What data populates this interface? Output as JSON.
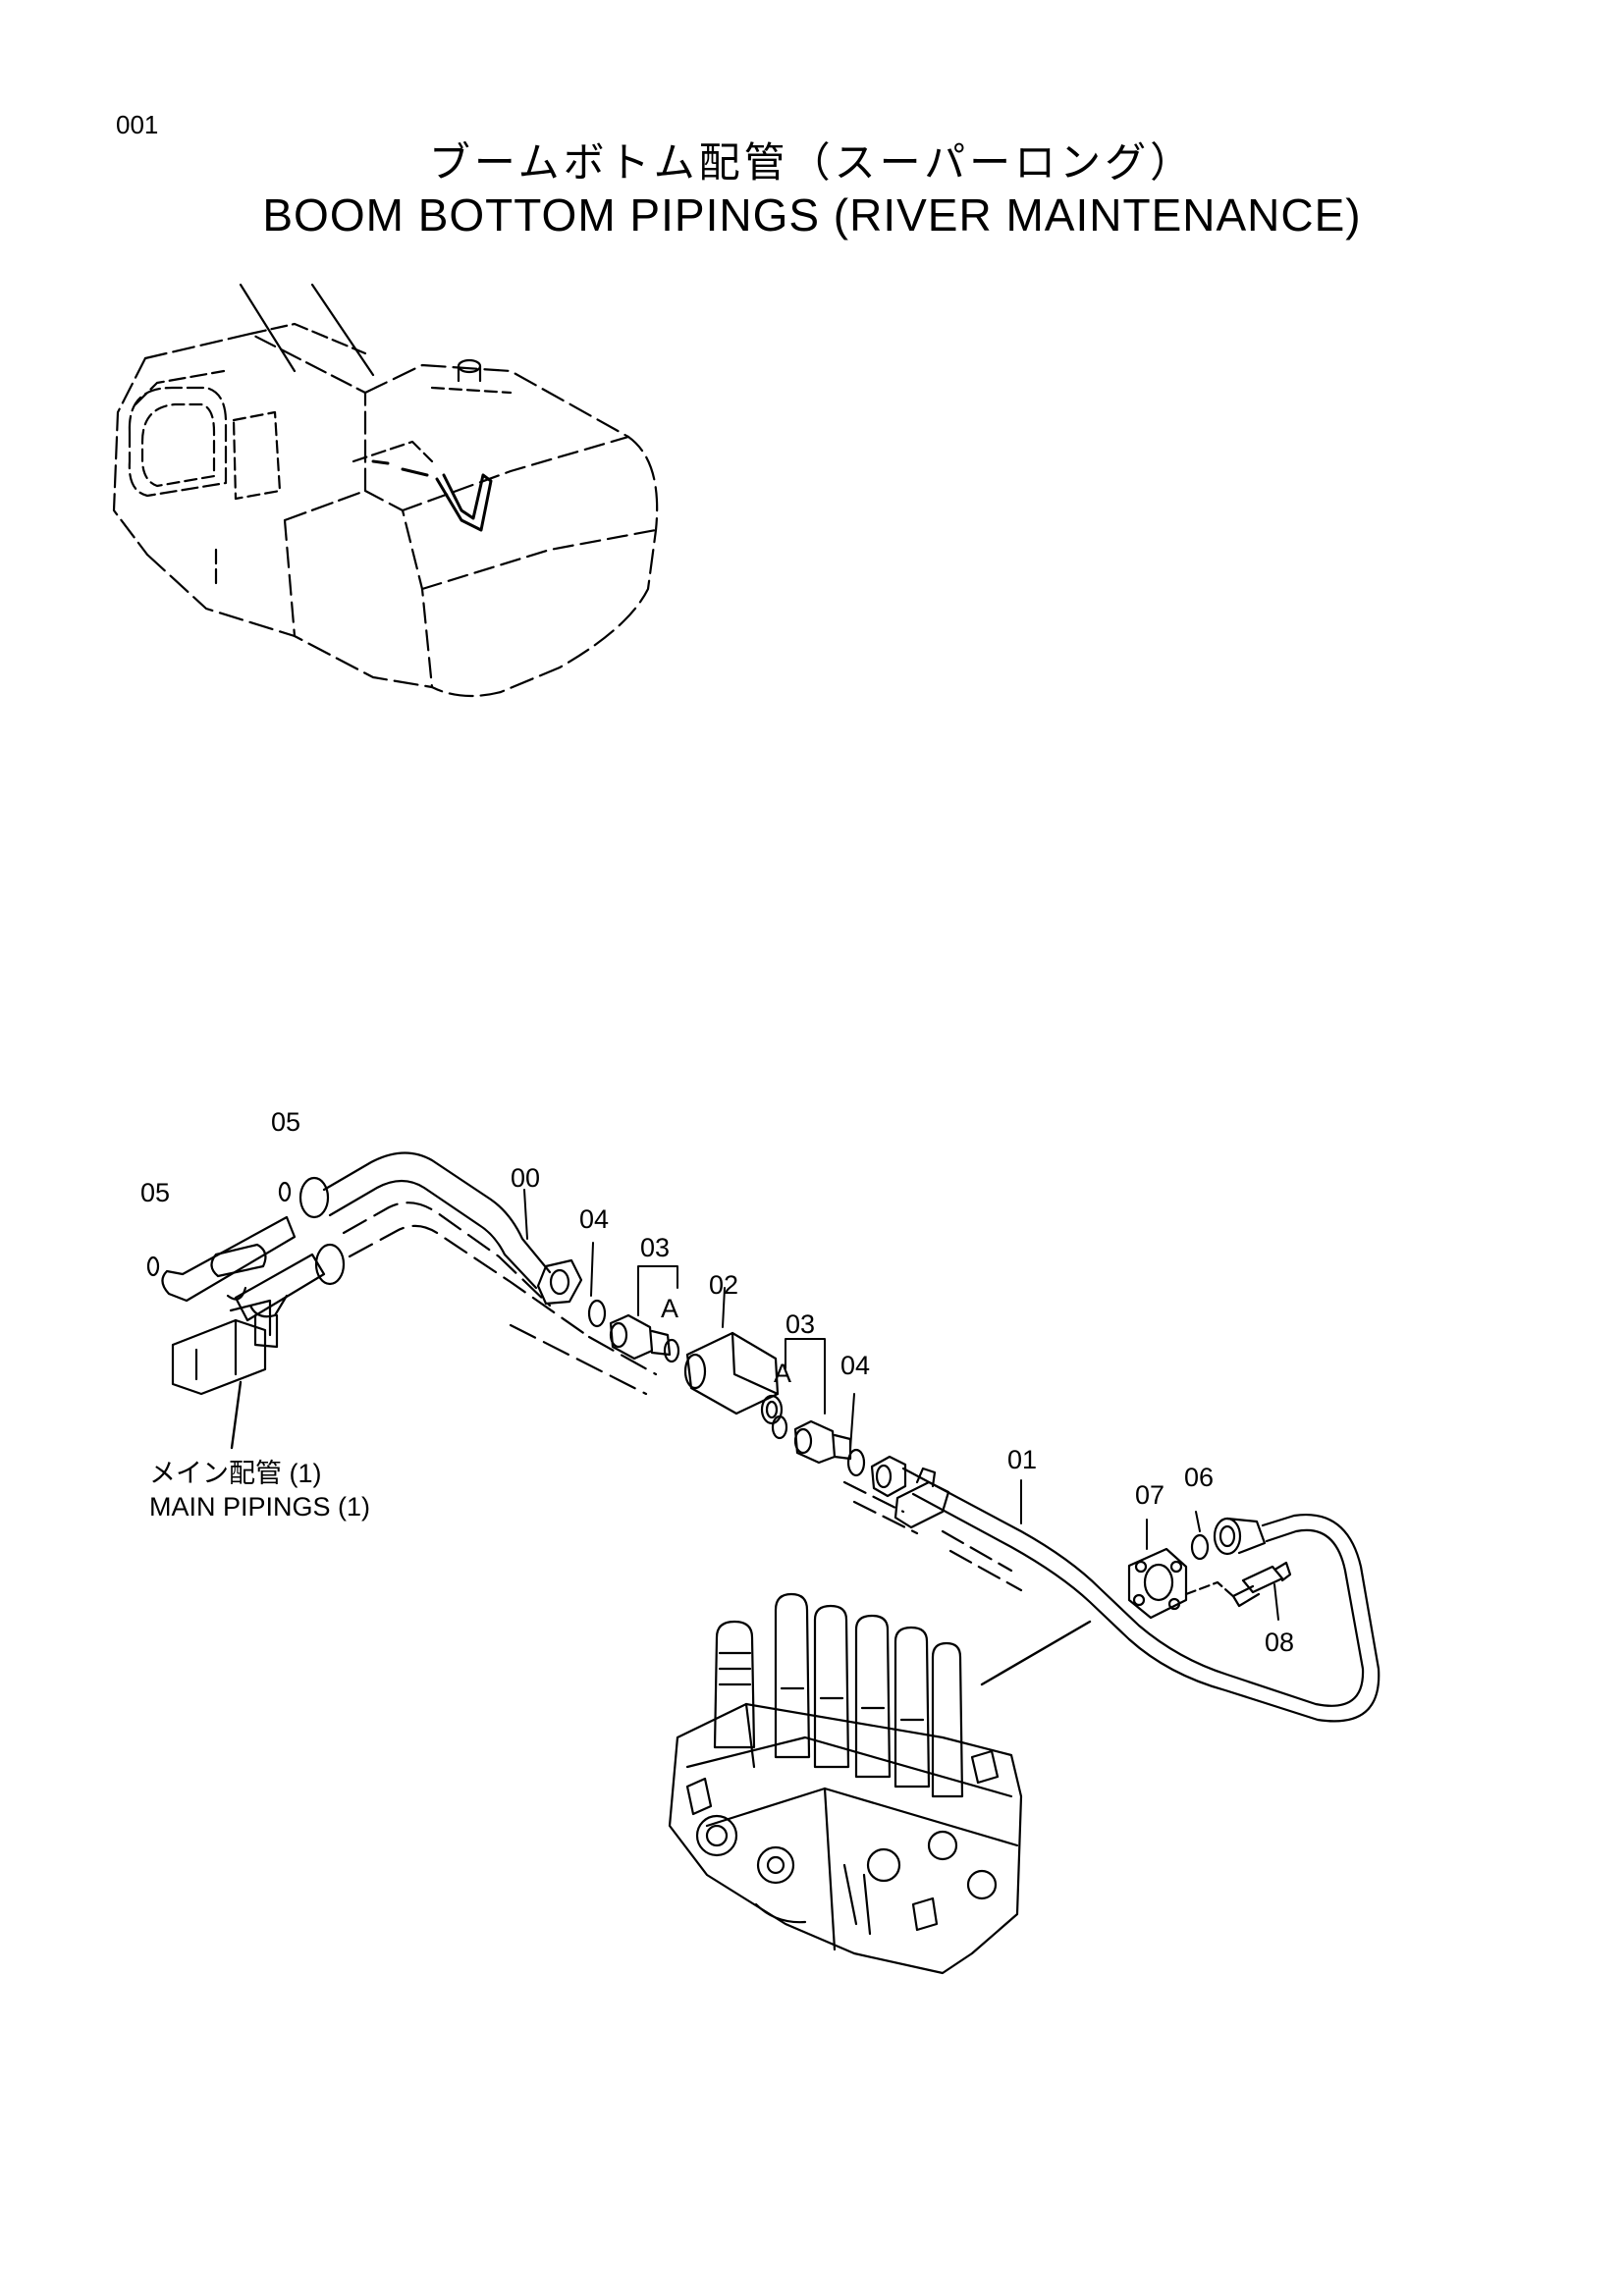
{
  "page": {
    "number": "001",
    "title_jp": "ブームボトム配管（スーパーロング）",
    "title_en": "BOOM BOTTOM PIPINGS (RIVER MAINTENANCE)"
  },
  "callouts": {
    "c00": "00",
    "c01": "01",
    "c02": "02",
    "c03a": "03",
    "c03b": "03",
    "c04a": "04",
    "c04b": "04",
    "c05a": "05",
    "c05b": "05",
    "c06": "06",
    "c07": "07",
    "c08": "08",
    "ca1": "A",
    "ca2": "A"
  },
  "reference": {
    "jp": "メイン配管 (1)",
    "en": "MAIN  PIPINGS (1)"
  }
}
